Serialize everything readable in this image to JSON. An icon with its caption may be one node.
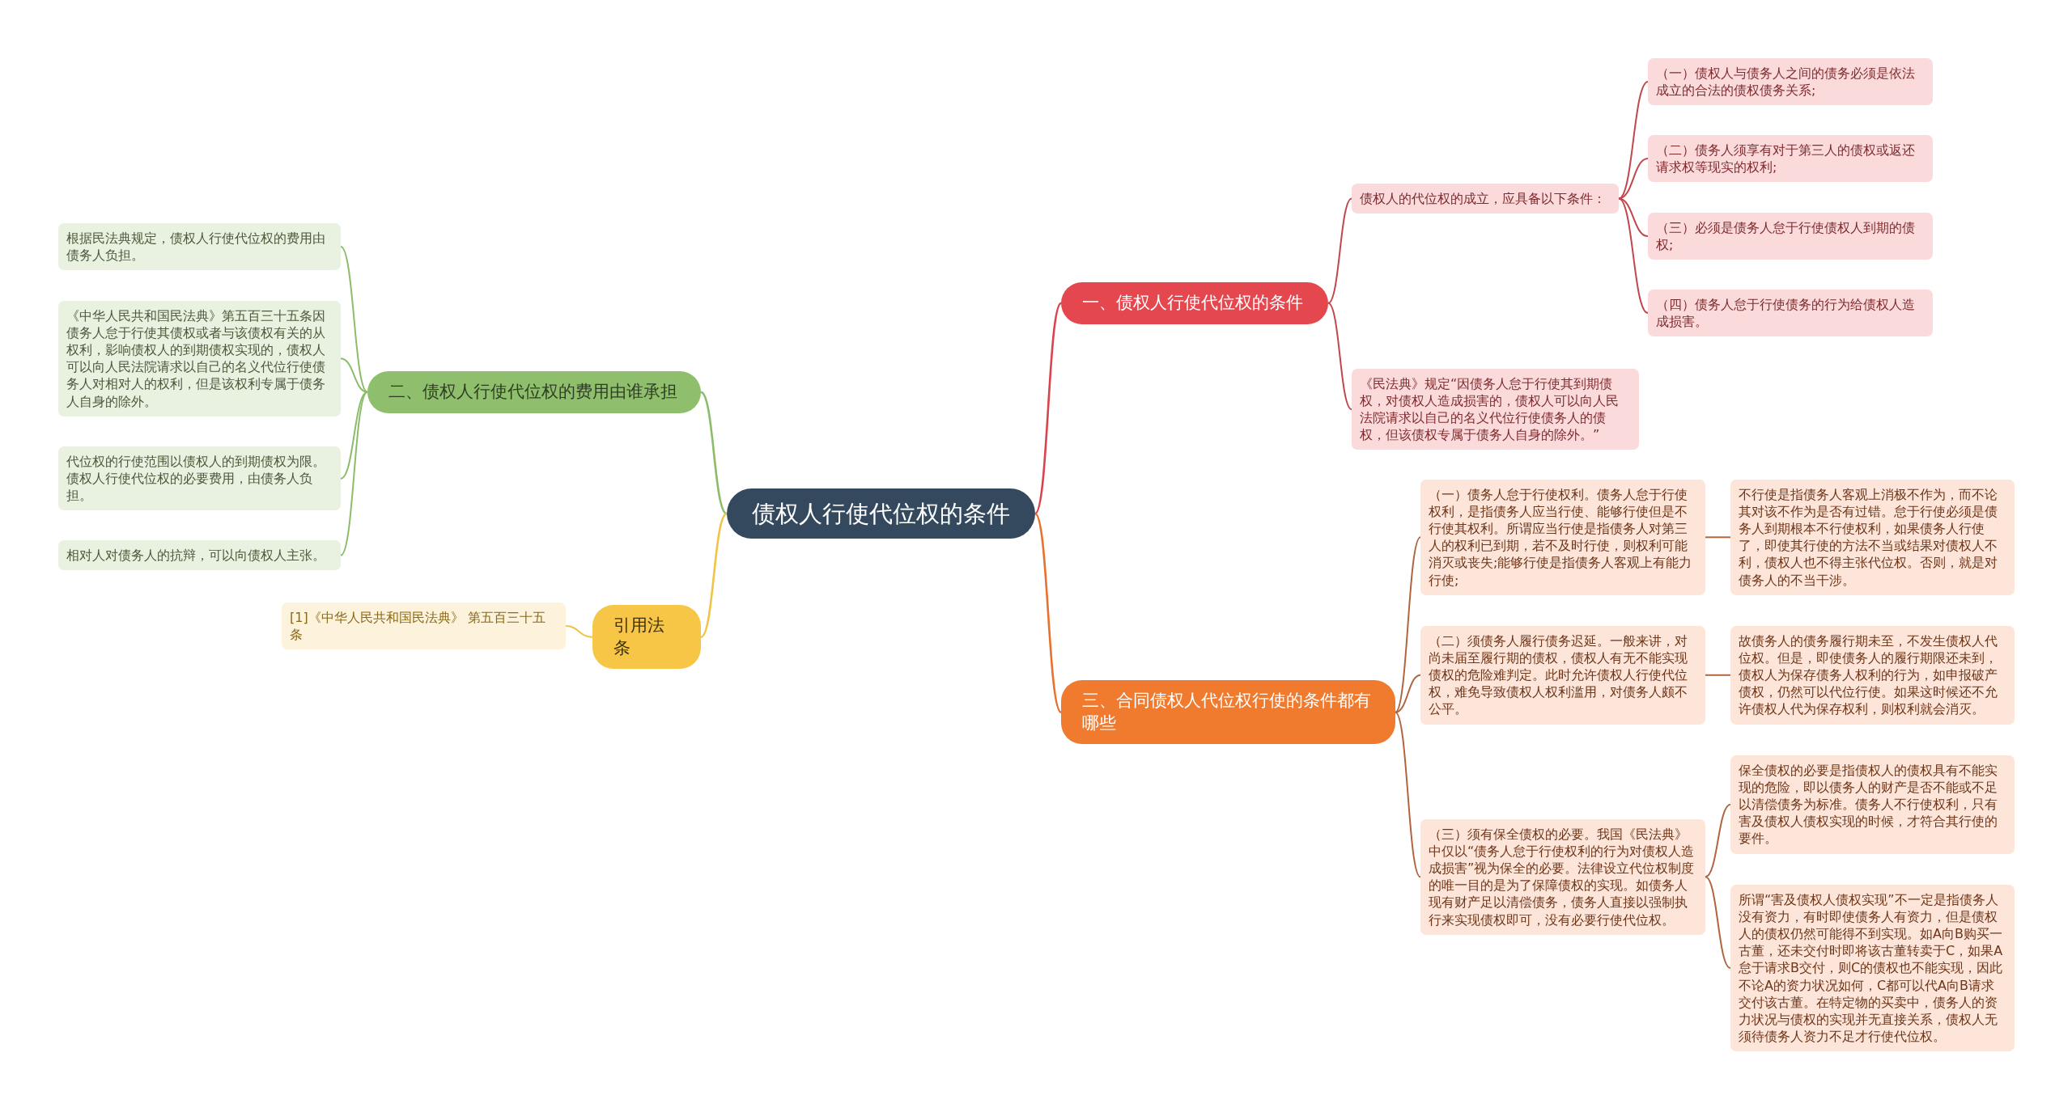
{
  "diagram": {
    "nodes": [
      {
        "text": [
          "债权人行使代位权的条件"
        ]
      },
      {
        "text": [
          "一、债权人行使代位权的条件"
        ]
      },
      {
        "text": [
          "债权人的代位权的成立，应具备以下条件："
        ]
      },
      {
        "text": [
          "（一）债权人与债务人之间的债务必须是依法成立的合法的债权债务关系;"
        ]
      },
      {
        "text": [
          "（二）债务人须享有对于第三人的债权或返还请求权等现实的权利;"
        ]
      },
      {
        "text": [
          "（三）必须是债务人怠于行使债权人到期的债权;"
        ]
      },
      {
        "text": [
          "（四）债务人怠于行使债务的行为给债权人造成损害。"
        ]
      },
      {
        "text": [
          "《民法典》规定“因债务人怠于行使其到期债权，对债权人造成损害的，债权人可以向人民法院请求以自己的名义代位行使债务人的债权，但该债权专属于债务人自身的除外。”"
        ]
      },
      {
        "text": [
          "三、合同债权人代位权行使的条件都有哪些"
        ]
      },
      {
        "text": [
          "（一）债务人怠于行使权利。债务人怠于行使权利，是指债务人应当行使、能够行使但是不行使其权利。所谓应当行使是指债务人对第三人的权利已到期，若不及时行使，则权利可能消灭或丧失;能够行使是指债务人客观上有能力行使;"
        ]
      },
      {
        "text": [
          "不行使是指债务人客观上消极不作为，而不论其对该不作为是否有过错。怠于行使必须是债务人到期根本不行使权利，如果债务人行使了，即使其行使的方法不当或结果对债权人不利，债权人也不得主张代位权。否则，就是对债务人的不当干涉。"
        ]
      },
      {
        "text": [
          "（二）须债务人履行债务迟延。一般来讲，对尚未届至履行期的债权，债权人有无不能实现债权的危险难判定。此时允许债权人行使代位权，难免导致债权人权利滥用，对债务人颇不公平。"
        ]
      },
      {
        "text": [
          "故债务人的债务履行期未至，不发生债权人代位权。但是，即使债务人的履行期限还未到，债权人为保存债务人权利的行为，如申报破产债权，仍然可以代位行使。如果这时候还不允许债权人代为保存权利，则权利就会消灭。"
        ]
      },
      {
        "text": [
          "（三）须有保全债权的必要。我国《民法典》中仅以“债务人怠于行使权利的行为对债权人造成损害”视为保全的必要。法律设立代位权制度的唯一目的是为了保障债权的实现。如债务人现有财产足以清偿债务，债务人直接以强制执行来实现债权即可，没有必要行使代位权。"
        ]
      },
      {
        "text": [
          "保全债权的必要是指债权人的债权具有不能实现的危险，即以债务人的财产是否不能或不足以清偿债务为标准。债务人不行使权利，只有害及债权人债权实现的时候，才符合其行使的要件。"
        ]
      },
      {
        "text": [
          "所谓“害及债权人债权实现”不一定是指债务人没有资力，有时即使债务人有资力，但是债权人的债权仍然可能得不到实现。如A向B购买一古董，还未交付时即将该古董转卖于C，如果A怠于请求B交付，则C的债权也不能实现，因此不论A的资力状况如何，C都可以代A向B请求交付该古董。在特定物的买卖中，债务人的资力状况与债权的实现并无直接关系，债权人无须待债务人资力不足才行使代位权。"
        ]
      },
      {
        "text": [
          "二、债权人行使代位权的费用由谁承担"
        ]
      },
      {
        "text": [
          "根据民法典规定，债权人行使代位权的费用由债务人负担。"
        ]
      },
      {
        "text": [
          "《中华人民共和国民法典》第五百三十五条因债务人怠于行使其债权或者与该债权有关的从权利，影响债权人的到期债权实现的，债权人可以向人民法院请求以自己的名义代位行使债务人对相对人的权利，但是该权利专属于债务人自身的除外。"
        ]
      },
      {
        "text": [
          "代位权的行使范围以债权人的到期债权为限。债权人行使代位权的必要费用，由债务人负担。"
        ]
      },
      {
        "text": [
          "相对人对债务人的抗辩，可以向债权人主张。"
        ]
      },
      {
        "text": [
          "引用法条"
        ]
      },
      {
        "text": [
          "[1]《中华人民共和国民法典》 第五百三十五条"
        ]
      }
    ],
    "edges": [
      {
        "from": 0,
        "to": 1,
        "arrow": "none",
        "color": "#d9444c"
      },
      {
        "from": 1,
        "to": 2,
        "arrow": "none",
        "color": "#c0474e"
      },
      {
        "from": 2,
        "to": 3,
        "arrow": "none",
        "color": "#c0474e"
      },
      {
        "from": 2,
        "to": 4,
        "arrow": "none",
        "color": "#c0474e"
      },
      {
        "from": 2,
        "to": 5,
        "arrow": "none",
        "color": "#c0474e"
      },
      {
        "from": 2,
        "to": 6,
        "arrow": "none",
        "color": "#c0474e"
      },
      {
        "from": 1,
        "to": 7,
        "arrow": "none",
        "color": "#c0474e"
      },
      {
        "from": 0,
        "to": 8,
        "arrow": "none",
        "color": "#e8712d"
      },
      {
        "from": 8,
        "to": 9,
        "arrow": "none",
        "color": "#b0653f"
      },
      {
        "from": 9,
        "to": 10,
        "arrow": "none",
        "color": "#b0653f"
      },
      {
        "from": 8,
        "to": 11,
        "arrow": "none",
        "color": "#b0653f"
      },
      {
        "from": 11,
        "to": 12,
        "arrow": "none",
        "color": "#b0653f"
      },
      {
        "from": 8,
        "to": 13,
        "arrow": "none",
        "color": "#b0653f"
      },
      {
        "from": 13,
        "to": 14,
        "arrow": "none",
        "color": "#b0653f"
      },
      {
        "from": 13,
        "to": 15,
        "arrow": "none",
        "color": "#b0653f"
      },
      {
        "from": 0,
        "to": 16,
        "arrow": "none",
        "color": "#8cbc6a"
      },
      {
        "from": 16,
        "to": 17,
        "arrow": "none",
        "color": "#8cbc6a"
      },
      {
        "from": 16,
        "to": 18,
        "arrow": "none",
        "color": "#8cbc6a"
      },
      {
        "from": 16,
        "to": 19,
        "arrow": "none",
        "color": "#8cbc6a"
      },
      {
        "from": 16,
        "to": 20,
        "arrow": "none",
        "color": "#8cbc6a"
      },
      {
        "from": 0,
        "to": 21,
        "arrow": "none",
        "color": "#f0c445"
      },
      {
        "from": 21,
        "to": 22,
        "arrow": "none",
        "color": "#f0c445"
      }
    ]
  }
}
